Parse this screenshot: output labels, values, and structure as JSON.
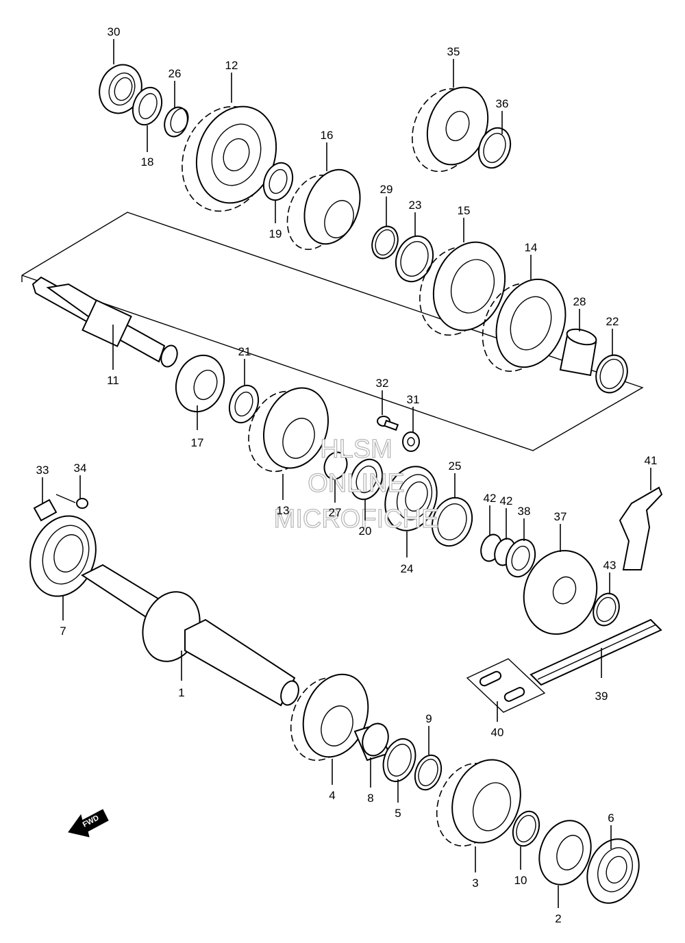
{
  "watermark": {
    "line1": "HLSM",
    "line2": "ONLINE",
    "line3": "MICROFICHE"
  },
  "fwd_label": "FWD",
  "callouts": [
    {
      "id": "30",
      "label": "30"
    },
    {
      "id": "26",
      "label": "26"
    },
    {
      "id": "12",
      "label": "12"
    },
    {
      "id": "35",
      "label": "35"
    },
    {
      "id": "36",
      "label": "36"
    },
    {
      "id": "18",
      "label": "18"
    },
    {
      "id": "16",
      "label": "16"
    },
    {
      "id": "19",
      "label": "19"
    },
    {
      "id": "29",
      "label": "29"
    },
    {
      "id": "23",
      "label": "23"
    },
    {
      "id": "15",
      "label": "15"
    },
    {
      "id": "14",
      "label": "14"
    },
    {
      "id": "28",
      "label": "28"
    },
    {
      "id": "22",
      "label": "22"
    },
    {
      "id": "21",
      "label": "21"
    },
    {
      "id": "11",
      "label": "11"
    },
    {
      "id": "17",
      "label": "17"
    },
    {
      "id": "32",
      "label": "32"
    },
    {
      "id": "31",
      "label": "31"
    },
    {
      "id": "13",
      "label": "13"
    },
    {
      "id": "27",
      "label": "27"
    },
    {
      "id": "20",
      "label": "20"
    },
    {
      "id": "25",
      "label": "25"
    },
    {
      "id": "24",
      "label": "24"
    },
    {
      "id": "33",
      "label": "33"
    },
    {
      "id": "34",
      "label": "34"
    },
    {
      "id": "41",
      "label": "41"
    },
    {
      "id": "42a",
      "label": "42"
    },
    {
      "id": "42b",
      "label": "42"
    },
    {
      "id": "38",
      "label": "38"
    },
    {
      "id": "37",
      "label": "37"
    },
    {
      "id": "43",
      "label": "43"
    },
    {
      "id": "7",
      "label": "7"
    },
    {
      "id": "1",
      "label": "1"
    },
    {
      "id": "39",
      "label": "39"
    },
    {
      "id": "40",
      "label": "40"
    },
    {
      "id": "9",
      "label": "9"
    },
    {
      "id": "4",
      "label": "4"
    },
    {
      "id": "8",
      "label": "8"
    },
    {
      "id": "5",
      "label": "5"
    },
    {
      "id": "6",
      "label": "6"
    },
    {
      "id": "3",
      "label": "3"
    },
    {
      "id": "10",
      "label": "10"
    },
    {
      "id": "2",
      "label": "2"
    }
  ]
}
